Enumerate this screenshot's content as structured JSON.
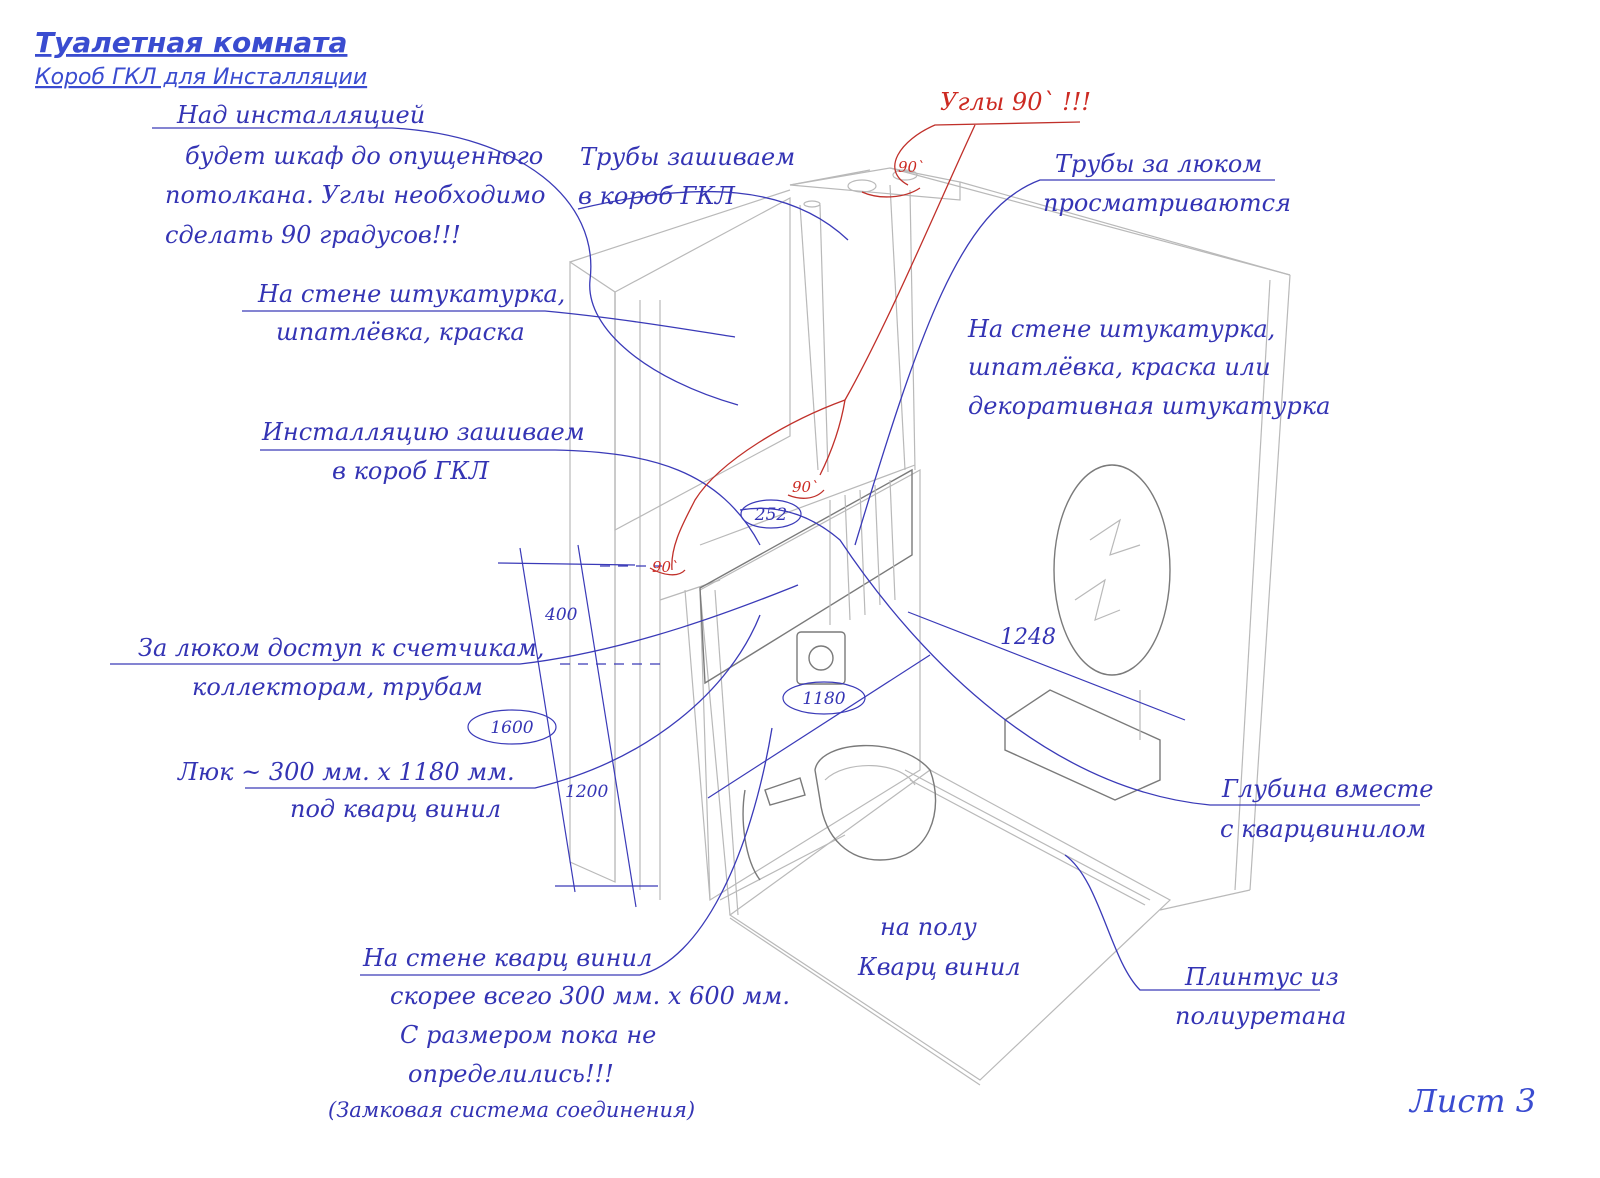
{
  "title": "Туалетная комната",
  "subtitle": "Короб ГКЛ для Инсталляции",
  "notes": {
    "above_install": [
      "Над инсталляцией",
      "будет шкаф до опущенного",
      "потолкана. Углы необходимо",
      "сделать 90 градусов!!!"
    ],
    "pipes_box": [
      "Трубы зашиваем",
      "в короб ГКЛ"
    ],
    "angles": "Углы 90` !!!",
    "pipes_hatch": [
      "Трубы за люком",
      "просматриваются"
    ],
    "wall_left": [
      "На стене штукатурка,",
      "шпатлёвка, краска"
    ],
    "wall_right": [
      "На стене штукатурка,",
      "шпатлёвка, краска или",
      "декоративная штукатурка"
    ],
    "install_box": [
      "Инсталляцию зашиваем",
      "в короб ГКЛ"
    ],
    "hatch_access": [
      "За люком доступ к счетчикам,",
      "коллекторам, трубам"
    ],
    "hatch_size": [
      "Люк ~ 300 мм. х 1180 мм.",
      "под кварц винил"
    ],
    "depth": [
      "Глубина вместе",
      "с кварцвинилом"
    ],
    "floor": [
      "на полу",
      "Кварц винил"
    ],
    "plinth": [
      "Плинтус из",
      "полиуретана"
    ],
    "wall_vinyl": [
      "На стене кварц винил",
      "скорее всего 300 мм. х 600 мм.",
      "С размером пока не",
      "определились!!!",
      "(Замковая система соединения)"
    ]
  },
  "dimensions": {
    "d252": "252",
    "d400": "400",
    "d1600": "1600",
    "d1200": "1200",
    "d1180": "1180",
    "d1248": "1248"
  },
  "angle_marks": [
    "90`",
    "90`",
    "90`"
  ],
  "sheet_label": "Лист 3",
  "colors": {
    "ink_blue": "#3434b4",
    "ink_red": "#cc2a22",
    "sketch_grey": "#b9b9b9"
  }
}
